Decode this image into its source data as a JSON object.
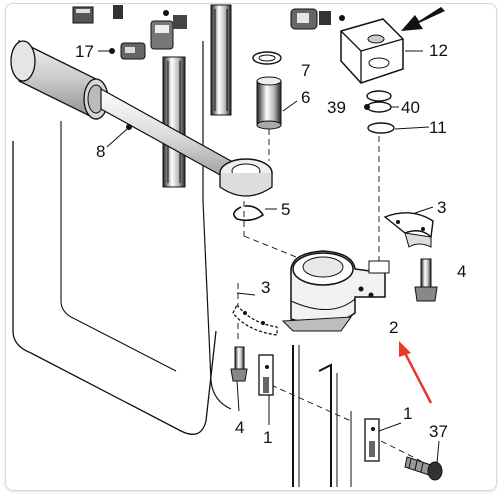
{
  "diagram": {
    "labels": {
      "l17": "17",
      "l12": "12",
      "l7": "7",
      "l6": "6",
      "l39": "39",
      "l40": "40",
      "l11": "11",
      "l8": "8",
      "l5": "5",
      "l3a": "3",
      "l4a": "4",
      "l3b": "3",
      "l2": "2",
      "l1a": "1",
      "l4b": "4",
      "l1b": "1",
      "l37": "37"
    },
    "colors": {
      "line": "#111111",
      "arrow": "#e8392c",
      "frame": "#d8d8d8"
    }
  }
}
